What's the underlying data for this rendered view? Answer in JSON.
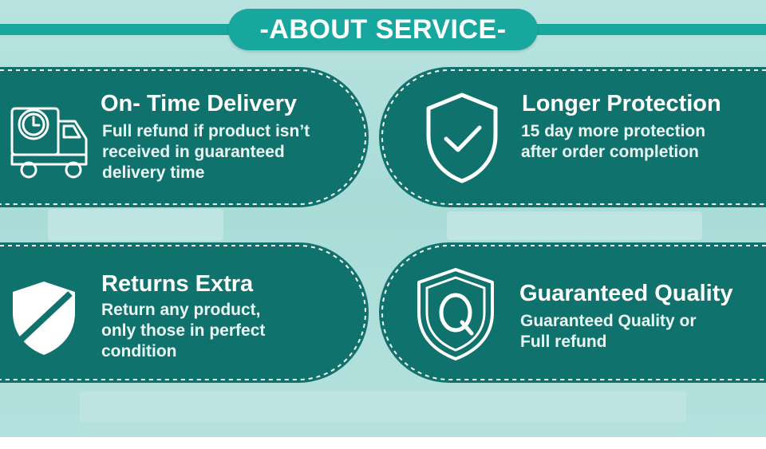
{
  "header": {
    "title": "-ABOUT SERVICE-"
  },
  "cards": [
    {
      "title": "On- Time Delivery",
      "description": "Full refund if product isn’t\nreceived in guaranteed\ndelivery time",
      "icon": "delivery-truck-clock-icon"
    },
    {
      "title": "Longer Protection",
      "description": "15 day more protection\nafter order completion",
      "icon": "shield-check-icon"
    },
    {
      "title": "Returns Extra",
      "description": "Return any product,\nonly those in perfect\ncondition",
      "icon": "shield-icon"
    },
    {
      "title": "Guaranteed Quality",
      "description": "Guaranteed Quality or\nFull refund",
      "icon": "shield-q-icon"
    }
  ],
  "colors": {
    "accent": "#17a79e",
    "card": "#0f726c",
    "background": "#aedfdb",
    "text": "#ffffff"
  }
}
